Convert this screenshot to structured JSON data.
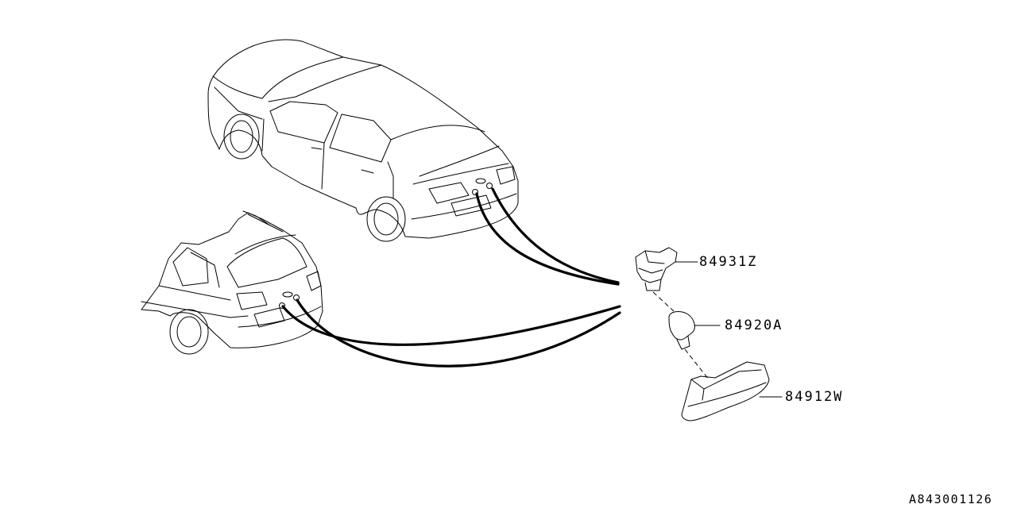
{
  "diagram": {
    "callouts": [
      {
        "id": "socket",
        "part_number": "84931Z"
      },
      {
        "id": "bulb",
        "part_number": "84920A"
      },
      {
        "id": "lamp",
        "part_number": "84912W"
      }
    ],
    "reference_code": "A843001126"
  }
}
